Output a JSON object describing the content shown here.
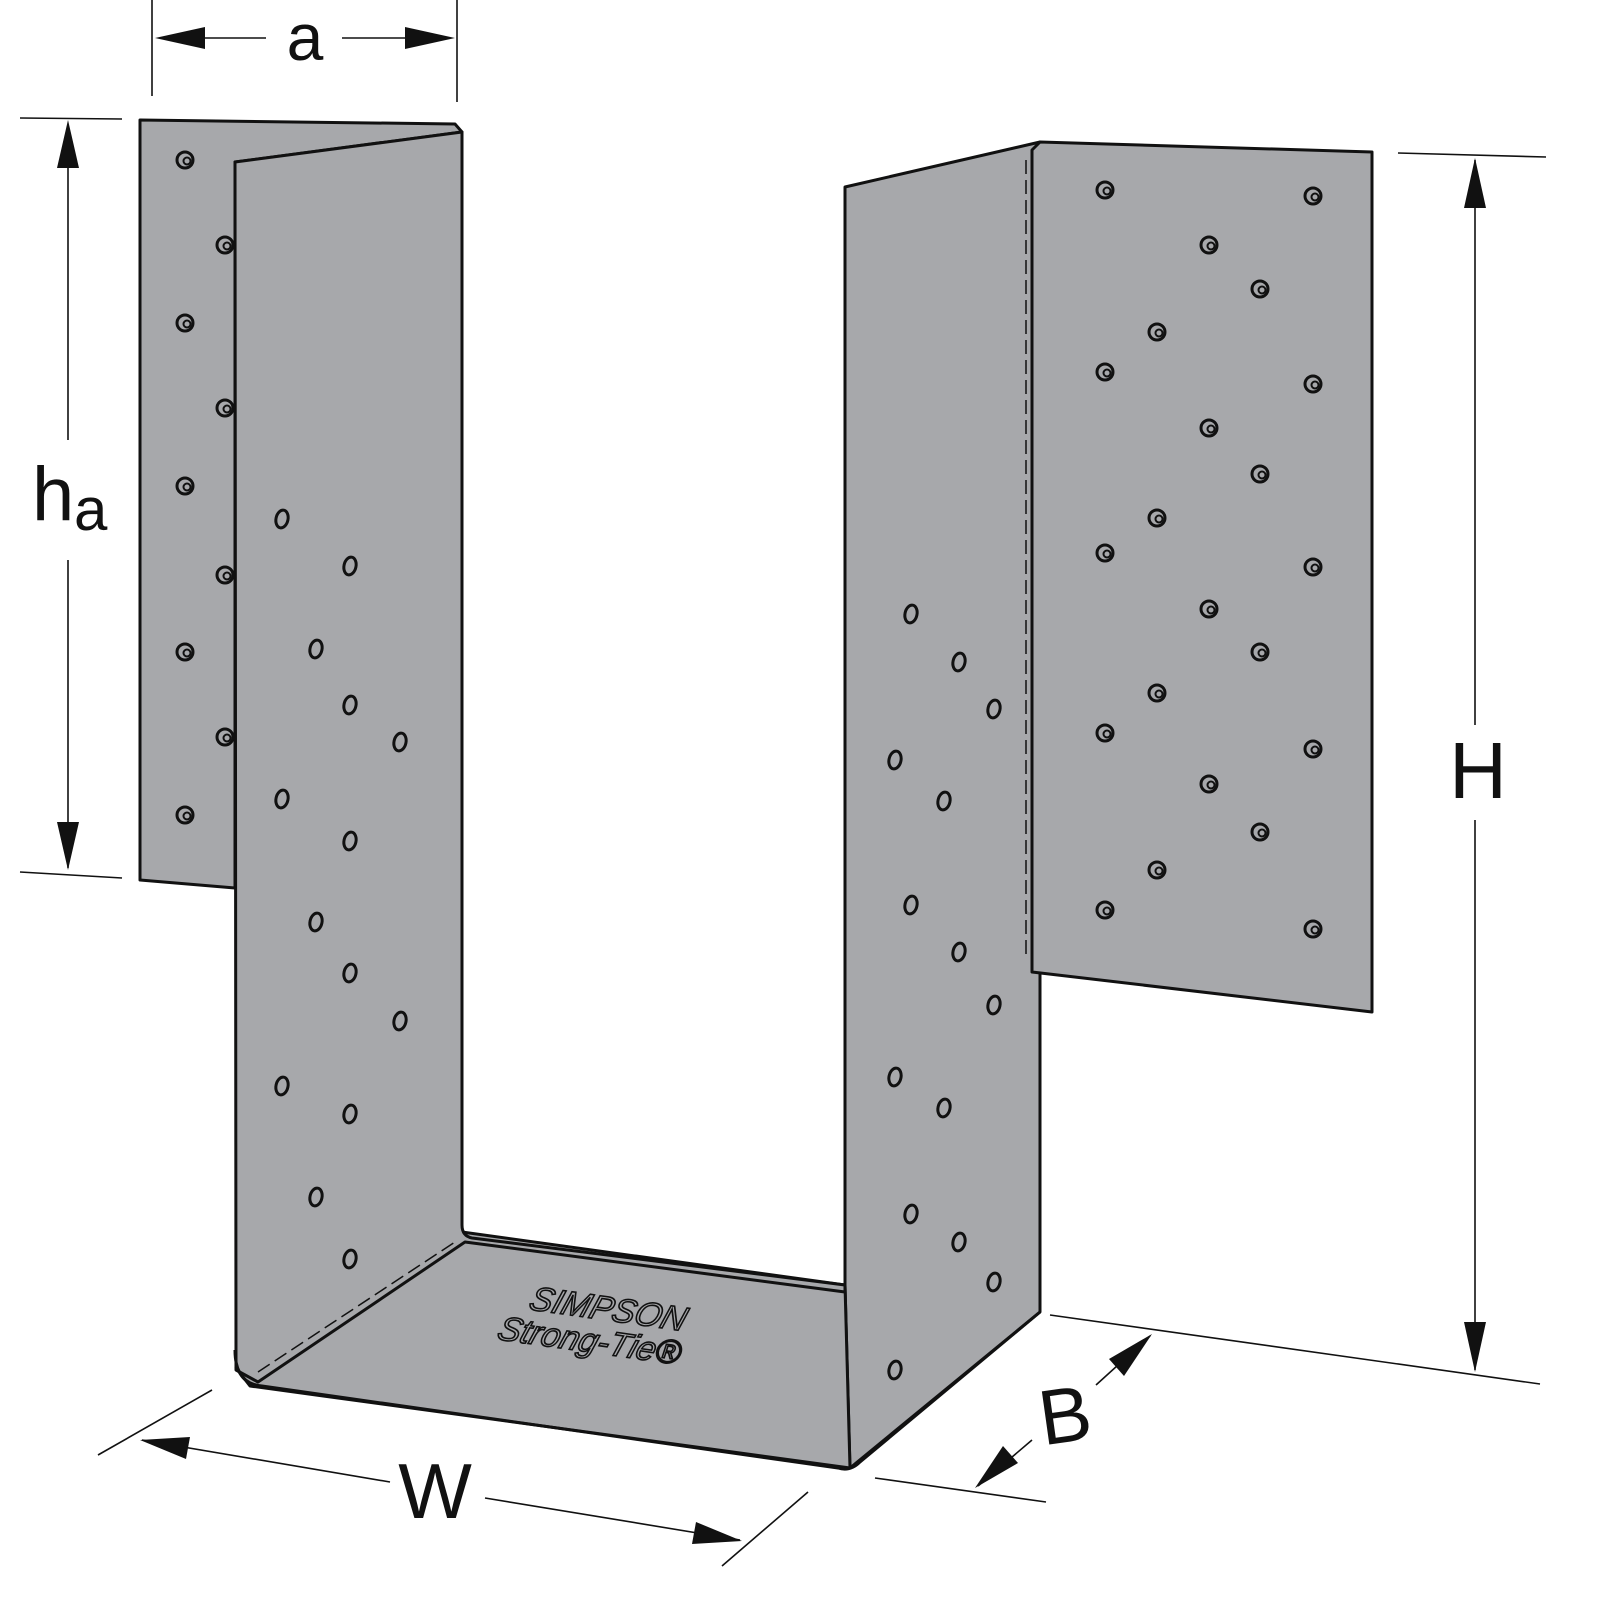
{
  "dimensions": {
    "a": "a",
    "ha_main": "h",
    "ha_sub": "a",
    "H": "H",
    "W": "W",
    "B": "B"
  },
  "logo": {
    "line1": "SIMPSON",
    "line2": "Strong-Tie®"
  },
  "colors": {
    "metal": "#a7a8ab",
    "metal_light": "#b0b1b4",
    "outline": "#111111"
  }
}
